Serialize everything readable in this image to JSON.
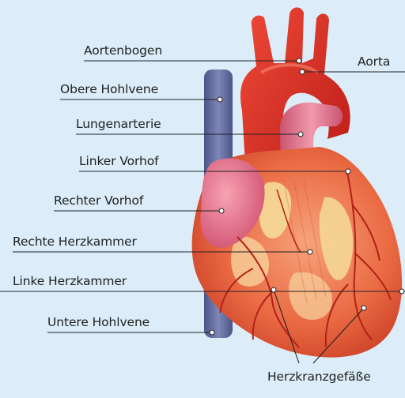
{
  "labels": {
    "aortenbogen": "Aortenbogen",
    "aorta": "Aorta",
    "obere_hohlvene": "Obere Hohlvene",
    "lungenarterie": "Lungenarterie",
    "linker_vorhof": "Linker Vorhof",
    "rechter_vorhof": "Rechter Vorhof",
    "rechte_herzkammer": "Rechte Herzkammer",
    "linke_herzkammer": "Linke Herzkammer",
    "untere_hohlvene": "Untere Hohlvene",
    "herzkranzgefaesse": "Herzkranzgefäße"
  },
  "colors": {
    "background": "#dcedf9",
    "vena_cava": "#6f77a8",
    "aorta": "#dd2a22",
    "pulmonary_artery": "#e8788f",
    "heart_muscle": "#e9603e",
    "fat": "#f6e0a0",
    "leader_line": "#222222"
  }
}
